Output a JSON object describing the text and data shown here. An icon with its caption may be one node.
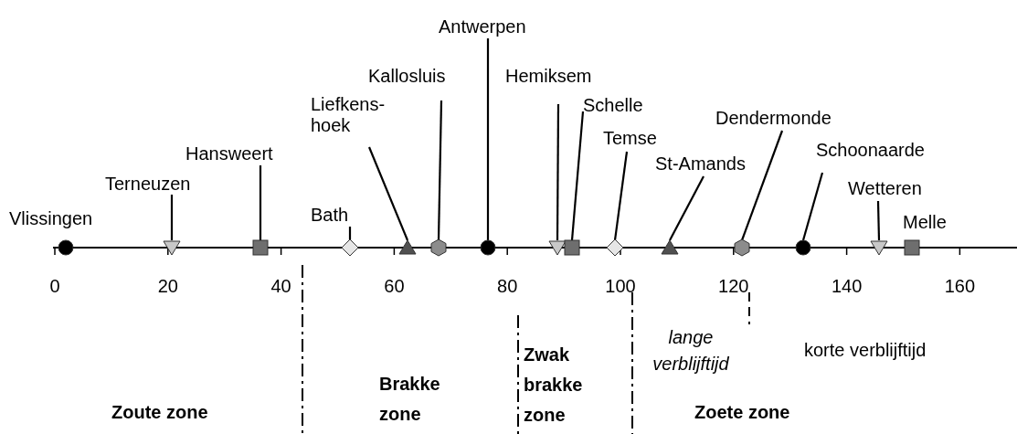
{
  "diagram": {
    "nodes": [
      {
        "text": [
          "Terneuzen"
        ]
      },
      {
        "text": [
          "Hansweert"
        ]
      },
      {
        "text": [
          "Bath"
        ]
      },
      {
        "text": [
          "Liefkens- hoek"
        ]
      },
      {
        "text": [
          "Kallosluis"
        ]
      },
      {
        "text": [
          "Antwerpen"
        ]
      },
      {
        "text": [
          "Hemiksem"
        ]
      },
      {
        "text": [
          "Schelle"
        ]
      },
      {
        "text": [
          "Temse"
        ]
      },
      {
        "text": [
          "St-Amands"
        ]
      },
      {
        "text": [
          "Dendermonde"
        ]
      },
      {
        "text": [
          "Schoonaarde"
        ]
      },
      {
        "text": [
          "Wetteren"
        ]
      },
      {
        "text": [],
        "shape": "circle"
      },
      {
        "text": [],
        "shape": "triangle"
      },
      {
        "text": [],
        "shape": "box"
      },
      {
        "text": [],
        "shape": "diamond"
      },
      {
        "text": [],
        "shape": "triangle"
      },
      {
        "text": [],
        "shape": "hexagon"
      },
      {
        "text": [],
        "shape": "circle"
      },
      {
        "text": [],
        "shape": "triangle"
      },
      {
        "text": [],
        "shape": "box"
      },
      {
        "text": [],
        "shape": "diamond"
      },
      {
        "text": [],
        "shape": "triangle"
      },
      {
        "text": [],
        "shape": "hexagon"
      },
      {
        "text": [],
        "shape": "circle"
      },
      {
        "text": [],
        "shape": "triangle"
      },
      {
        "text": [],
        "shape": "box"
      }
    ],
    "edges": [
      {
        "from": 0,
        "to": 14,
        "arrow": "none"
      },
      {
        "from": 1,
        "to": 15,
        "arrow": "none"
      },
      {
        "from": 2,
        "to": 16,
        "arrow": "none"
      },
      {
        "from": 3,
        "to": 17,
        "arrow": "none"
      },
      {
        "from": 4,
        "to": 18,
        "arrow": "none"
      },
      {
        "from": 5,
        "to": 19,
        "arrow": "none"
      },
      {
        "from": 6,
        "to": 20,
        "arrow": "none"
      },
      {
        "from": 7,
        "to": 21,
        "arrow": "none"
      },
      {
        "from": 8,
        "to": 22,
        "arrow": "none"
      },
      {
        "from": 9,
        "to": 23,
        "arrow": "none"
      },
      {
        "from": 10,
        "to": 24,
        "arrow": "none"
      },
      {
        "from": 11,
        "to": 25,
        "arrow": "none"
      },
      {
        "from": 12,
        "to": 26,
        "arrow": "none"
      }
    ],
    "labels": [
      "Vlissingen",
      "Melle",
      "0",
      "20",
      "40",
      "60",
      "80",
      "100",
      "120",
      "140",
      "160",
      "lange verblijftijd",
      "korte verblijftijd",
      "Zoute zone",
      "Brakke zone",
      "Zwak brakke zone",
      "Zoete zone"
    ]
  }
}
